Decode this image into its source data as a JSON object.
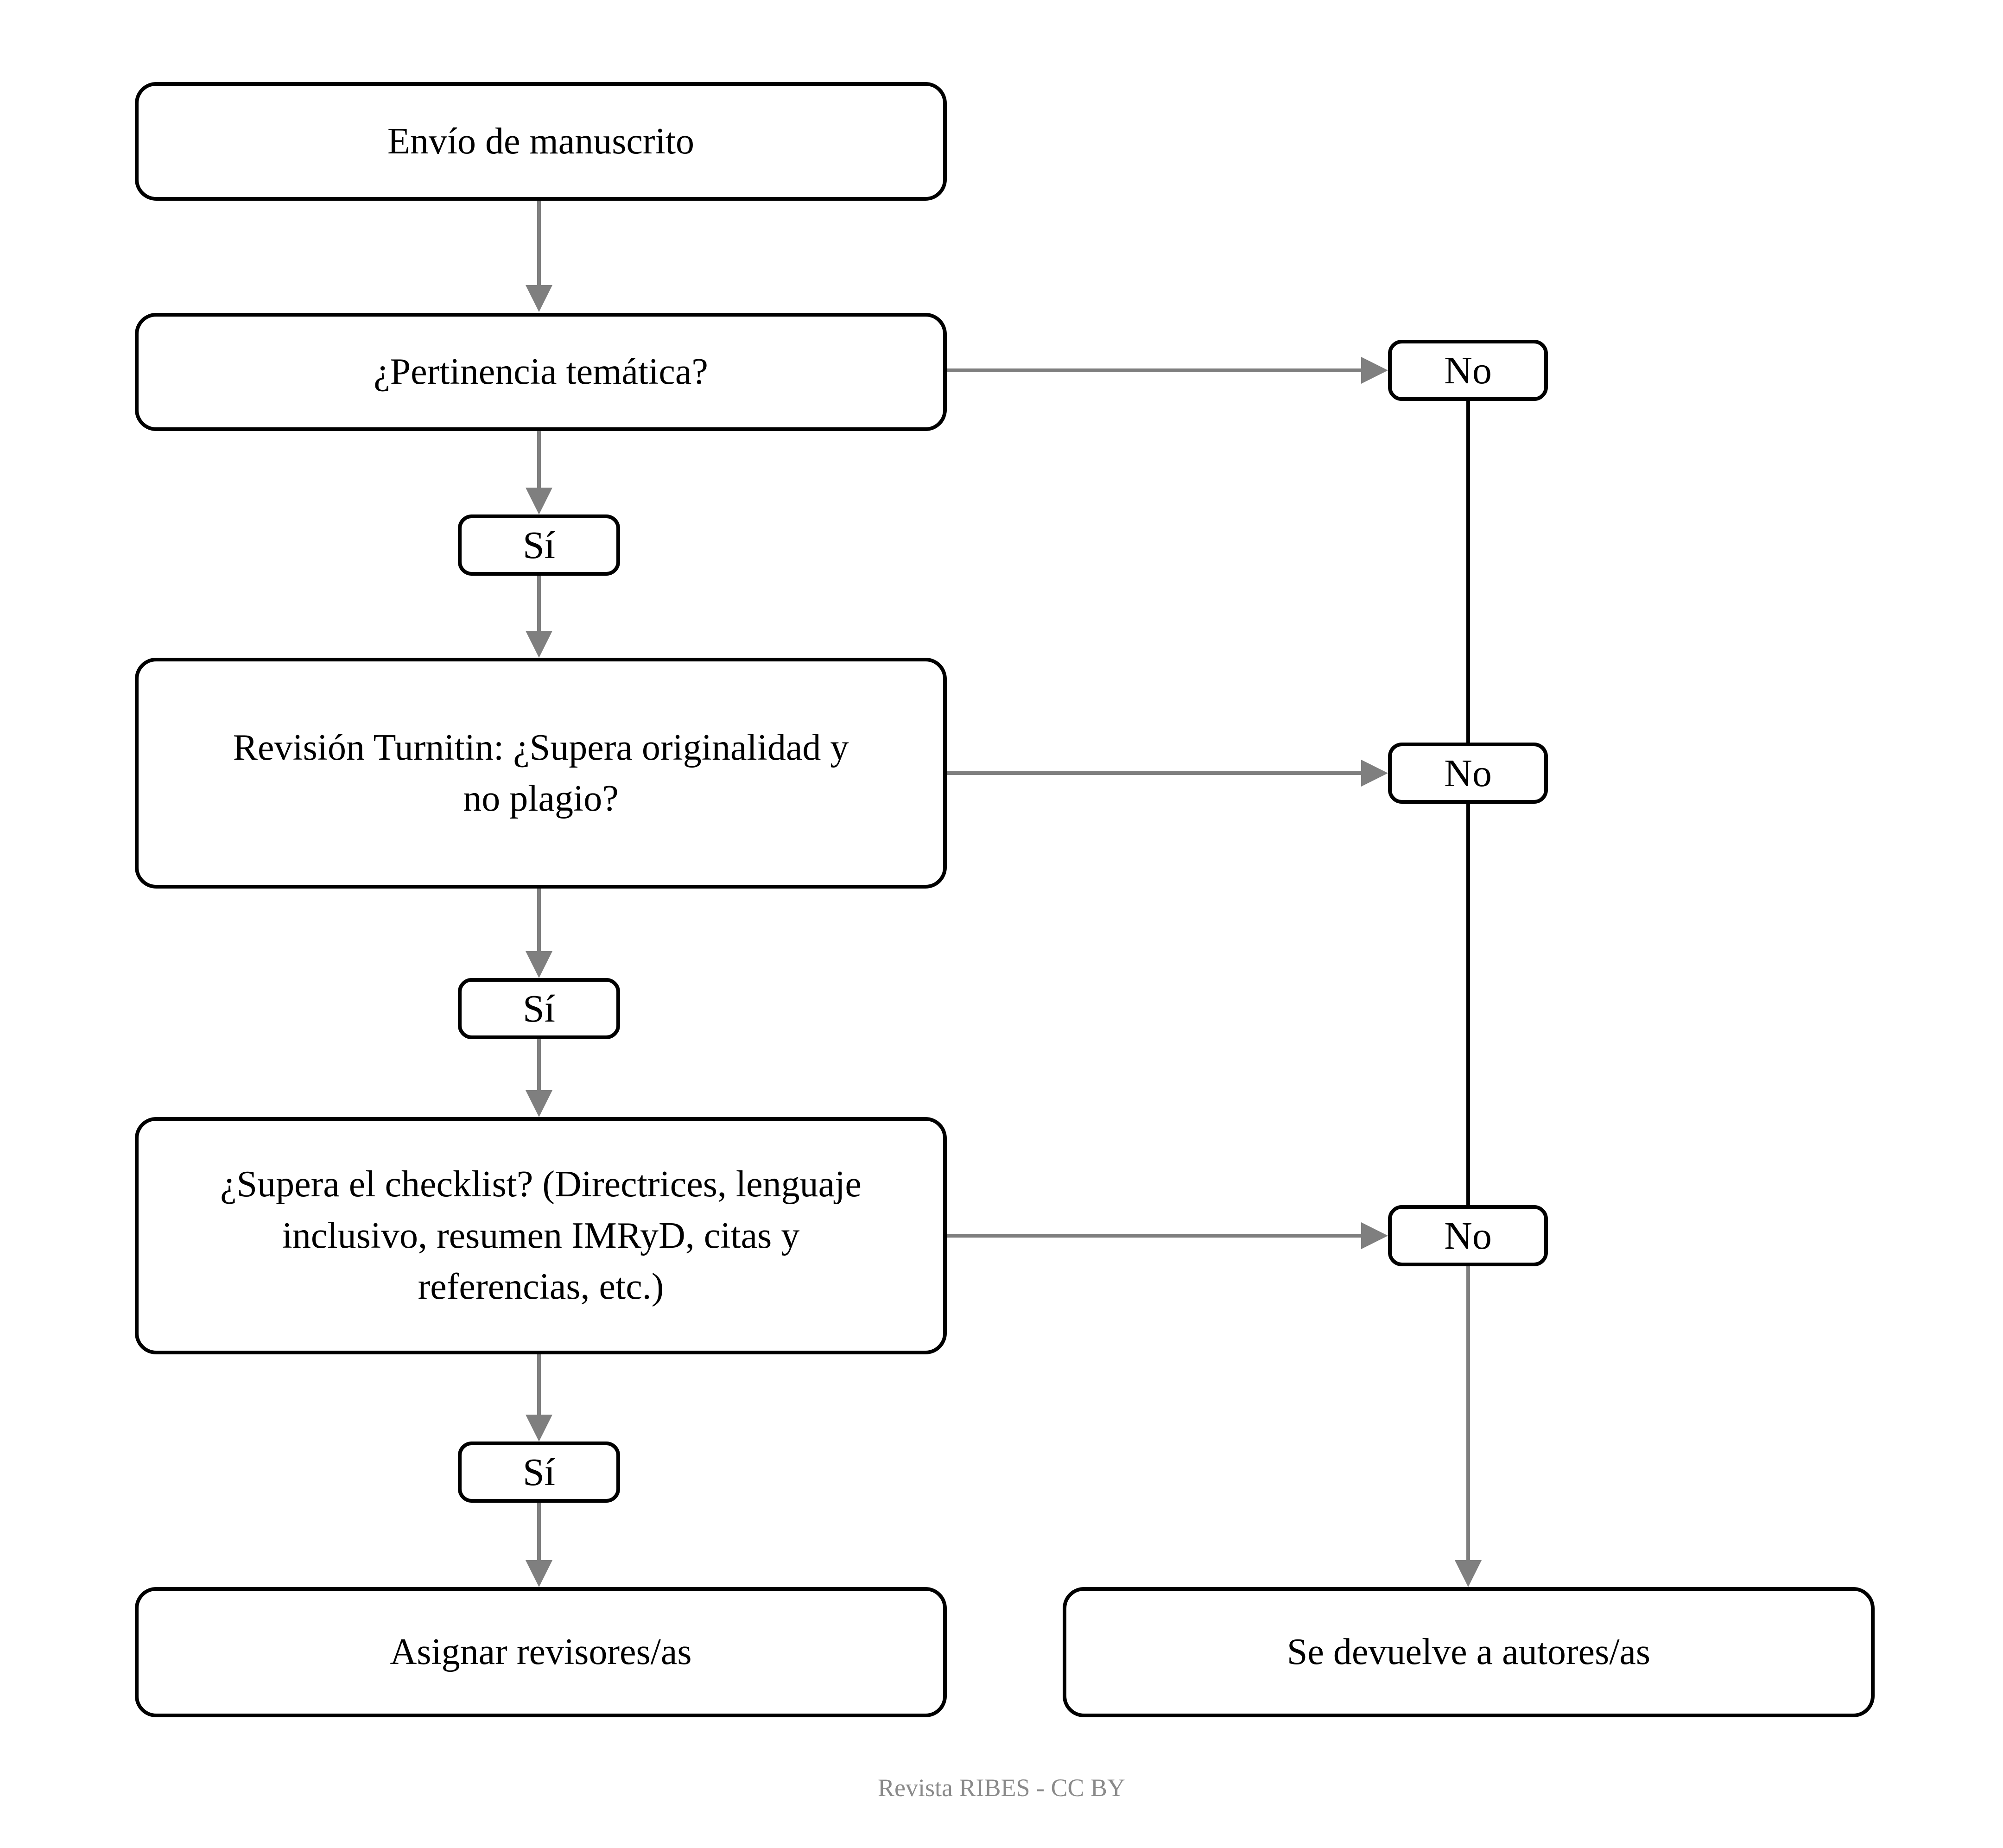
{
  "flowchart": {
    "type": "flowchart",
    "nodes": [
      {
        "id": "envio",
        "kind": "process",
        "label": "Envío de manuscrito"
      },
      {
        "id": "pertinencia",
        "kind": "decision",
        "label": "¿Pertinencia temática?"
      },
      {
        "id": "no-1",
        "kind": "answer",
        "label": "No"
      },
      {
        "id": "si-1",
        "kind": "answer",
        "label": "Sí"
      },
      {
        "id": "turnitin",
        "kind": "decision",
        "label": "Revisión Turnitin: ¿Supera originalidad y\nno plagio?"
      },
      {
        "id": "no-2",
        "kind": "answer",
        "label": "No"
      },
      {
        "id": "si-2",
        "kind": "answer",
        "label": "Sí"
      },
      {
        "id": "checklist",
        "kind": "decision",
        "label": "¿Supera el checklist? (Directrices, lenguaje\ninclusivo, resumen IMRyD, citas y\nreferencias, etc.)"
      },
      {
        "id": "no-3",
        "kind": "answer",
        "label": "No"
      },
      {
        "id": "si-3",
        "kind": "answer",
        "label": "Sí"
      },
      {
        "id": "asignar",
        "kind": "process",
        "label": "Asignar revisores/as"
      },
      {
        "id": "devuelve",
        "kind": "process",
        "label": "Se devuelve a autores/as"
      }
    ],
    "edges": [
      {
        "from": "envio",
        "to": "pertinencia",
        "style": "gray-arrow"
      },
      {
        "from": "pertinencia",
        "to": "no-1",
        "style": "gray-arrow"
      },
      {
        "from": "pertinencia",
        "to": "si-1",
        "style": "gray-arrow"
      },
      {
        "from": "si-1",
        "to": "turnitin",
        "style": "gray-arrow"
      },
      {
        "from": "turnitin",
        "to": "no-2",
        "style": "gray-arrow"
      },
      {
        "from": "turnitin",
        "to": "si-2",
        "style": "gray-arrow"
      },
      {
        "from": "si-2",
        "to": "checklist",
        "style": "gray-arrow"
      },
      {
        "from": "checklist",
        "to": "no-3",
        "style": "gray-arrow"
      },
      {
        "from": "checklist",
        "to": "si-3",
        "style": "gray-arrow"
      },
      {
        "from": "si-3",
        "to": "asignar",
        "style": "gray-arrow"
      },
      {
        "from": "no-1",
        "to": "no-2",
        "style": "black-line"
      },
      {
        "from": "no-2",
        "to": "no-3",
        "style": "black-line"
      },
      {
        "from": "no-3",
        "to": "devuelve",
        "style": "gray-arrow"
      }
    ]
  },
  "footer": {
    "text": "Revista RIBES - CC BY"
  },
  "colors": {
    "box_border": "#000000",
    "box_fill": "#ffffff",
    "text": "#000000",
    "connector_gray": "#7f7f7f",
    "connector_black": "#000000",
    "footer_text": "#8a8a8a",
    "background": "#ffffff"
  }
}
